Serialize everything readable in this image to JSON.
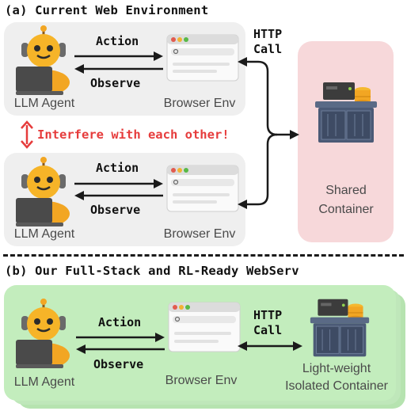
{
  "section_a": {
    "title": "(a) Current Web Environment",
    "rows": [
      {
        "agent_label": "LLM Agent",
        "action_label": "Action",
        "observe_label": "Observe",
        "browser_label": "Browser Env"
      },
      {
        "agent_label": "LLM Agent",
        "action_label": "Action",
        "observe_label": "Observe",
        "browser_label": "Browser Env"
      }
    ],
    "http_call": "HTTP\nCall",
    "interfere": "Interfere with each other!",
    "container_label": "Shared\nContainer"
  },
  "section_b": {
    "title": "(b) Our Full-Stack and RL-Ready WebServ",
    "agent_label": "LLM Agent",
    "action_label": "Action",
    "observe_label": "Observe",
    "browser_label": "Browser Env",
    "http_call": "HTTP\nCall",
    "container_label": "Light-weight\nIsolated Container"
  },
  "colors": {
    "grey_panel": "#efefef",
    "pink_panel": "#f7d8da",
    "green_panel": "#c3edbd",
    "interfere_red": "#e63c3c"
  }
}
